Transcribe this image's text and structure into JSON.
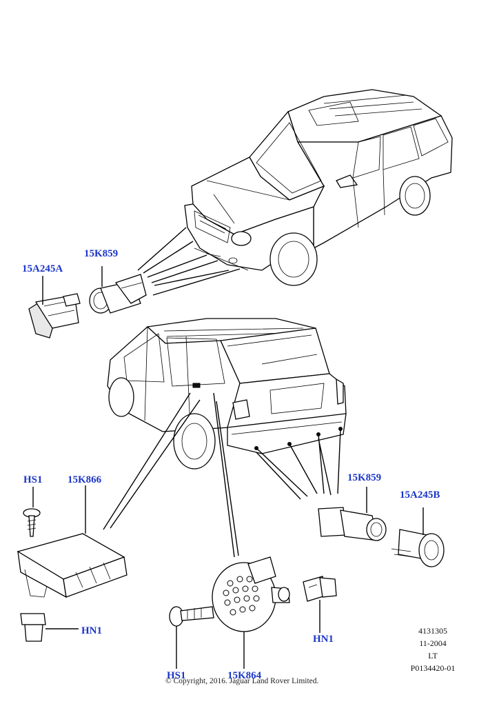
{
  "callouts": {
    "front_bracket": "15A245A",
    "front_sensor": "15K859",
    "rear_sensor": "15K859",
    "rear_bracket": "15A245B",
    "module_screw": "HS1",
    "module": "15K866",
    "module_nut": "HN1",
    "sounder_nut": "HN1",
    "sounder_screw": "HS1",
    "sounder": "15K864"
  },
  "reference": {
    "number": "4131305",
    "date": "11-2004",
    "code": "LT",
    "illustration_id": "P0134420-01"
  },
  "copyright": "© Copyright, 2016. Jaguar Land Rover Limited."
}
